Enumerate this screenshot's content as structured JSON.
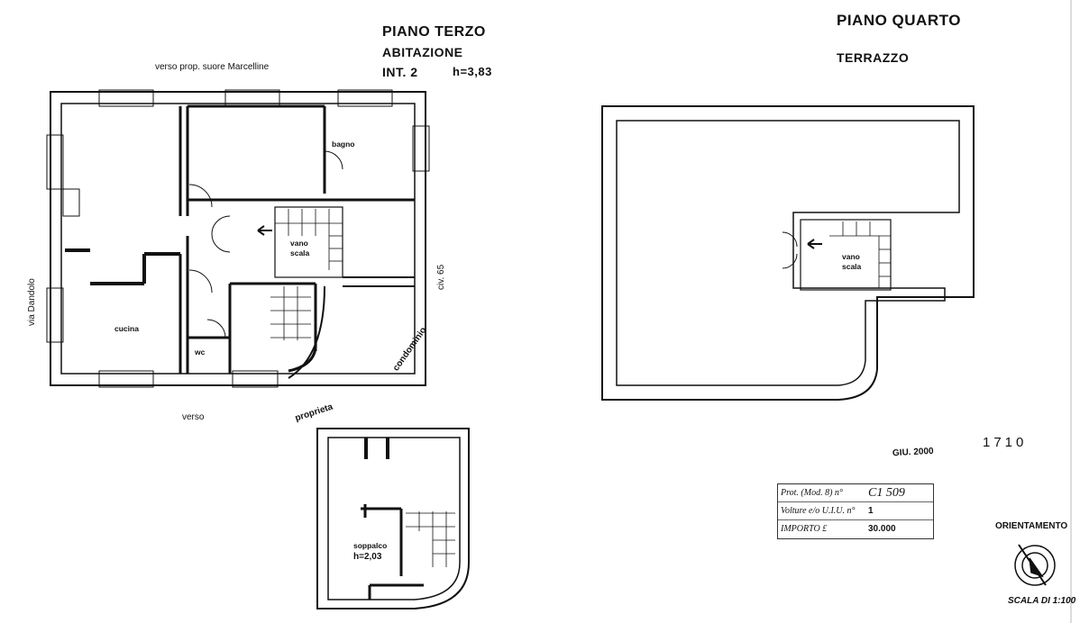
{
  "titles": {
    "piano_terzo": "PIANO TERZO",
    "abitazione": "ABITAZIONE",
    "int": "INT. 2",
    "height_main": "h=3,83",
    "piano_quarto": "PIANO QUARTO",
    "terrazzo": "TERRAZZO"
  },
  "surroundings": {
    "top": "verso prop. suore Marcelline",
    "left": "via Dandolo",
    "civ": "civ. 65",
    "condominio": "condominio",
    "proprieta": "proprieta",
    "verso": "verso"
  },
  "rooms": {
    "bagno": "bagno",
    "vano_scala_1": "vano",
    "vano_scala_2": "scala",
    "cucina": "cucina",
    "wc": "wc",
    "soppalco": "soppalco",
    "soppalco_h": "h=2,03",
    "vano_scala_q1": "vano",
    "vano_scala_q2": "scala"
  },
  "stamp": {
    "date": "GIU. 2000",
    "number": "1710",
    "prot_label": "Prot. (Mod. 8) n°",
    "prot_value": "C1 509",
    "volture_label": "Volture e/o U.I.U. n°",
    "volture_value": "1",
    "importo_label": "IMPORTO £",
    "importo_value": "30.000"
  },
  "orientation": {
    "label": "ORIENTAMENTO",
    "scale": "SCALA DI 1:100"
  }
}
